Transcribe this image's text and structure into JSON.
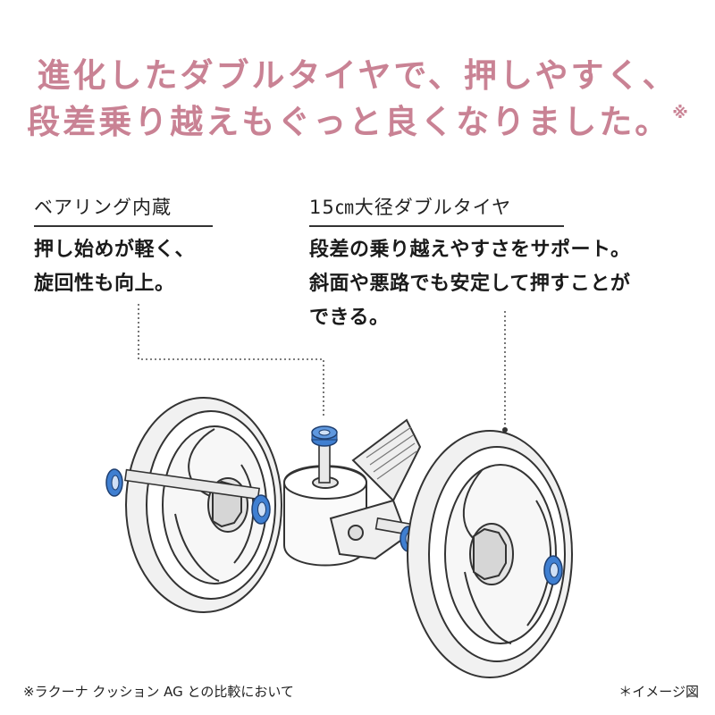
{
  "headline": {
    "line1": "進化したダブルタイヤで、押しやすく、",
    "line2": "段差乗り越えもぐっと良くなりました。",
    "mark": "※"
  },
  "features": [
    {
      "label": "ベアリング内蔵",
      "desc_lines": [
        "押し始めが軽く、",
        "旋回性も向上。"
      ]
    },
    {
      "label": "15㎝大径ダブルタイヤ",
      "desc_lines": [
        "段差の乗り越えやすさをサポート。",
        "斜面や悪路でも安定して押すことが",
        "できる。"
      ]
    }
  ],
  "footer": {
    "note": "※ラクーナ クッション AG との比較において",
    "image_note": "＊イメージ図"
  },
  "colors": {
    "headline": "#c98294",
    "bearing": "#3f7fd1",
    "outline": "#333333"
  }
}
